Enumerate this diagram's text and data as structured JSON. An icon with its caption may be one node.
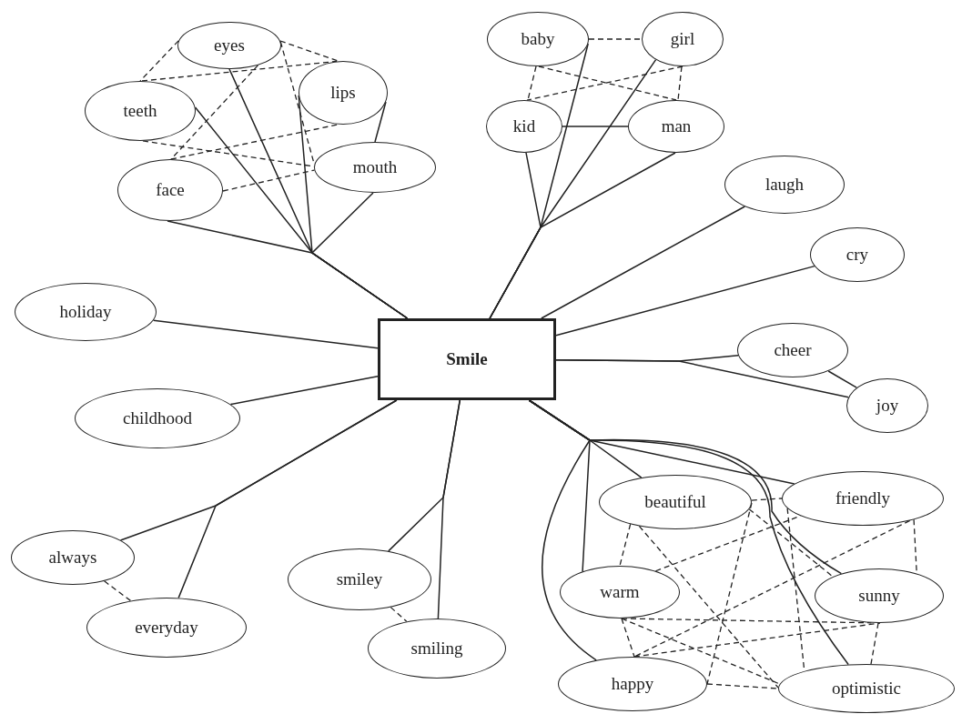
{
  "diagram": {
    "nodes": [
      {
        "text": [
          "Smile"
        ]
      },
      {
        "text": [
          "eyes"
        ]
      },
      {
        "text": [
          "teeth"
        ]
      },
      {
        "text": [
          "lips"
        ]
      },
      {
        "text": [
          "face"
        ]
      },
      {
        "text": [
          "mouth"
        ]
      },
      {
        "text": [
          "baby"
        ]
      },
      {
        "text": [
          "girl"
        ]
      },
      {
        "text": [
          "kid"
        ]
      },
      {
        "text": [
          "man"
        ]
      },
      {
        "text": [
          "laugh"
        ]
      },
      {
        "text": [
          "cry"
        ]
      },
      {
        "text": [
          "holiday"
        ]
      },
      {
        "text": [
          "childhood"
        ]
      },
      {
        "text": [
          "cheer"
        ]
      },
      {
        "text": [
          "joy"
        ]
      },
      {
        "text": [
          "beautiful"
        ]
      },
      {
        "text": [
          "friendly"
        ]
      },
      {
        "text": [
          "warm"
        ]
      },
      {
        "text": [
          "sunny"
        ]
      },
      {
        "text": [
          "always"
        ]
      },
      {
        "text": [
          "everyday"
        ]
      },
      {
        "text": [
          "smiley"
        ]
      },
      {
        "text": [
          "smiling"
        ]
      },
      {
        "text": [
          "happy"
        ]
      },
      {
        "text": [
          "optimistic"
        ]
      }
    ],
    "edges": [
      {
        "from": 0,
        "to": 4,
        "arrow": "none"
      },
      {
        "from": 0,
        "to": 2,
        "arrow": "none"
      },
      {
        "from": 0,
        "to": 1,
        "arrow": "none"
      },
      {
        "from": 0,
        "to": 3,
        "arrow": "none"
      },
      {
        "from": 0,
        "to": 5,
        "arrow": "none"
      },
      {
        "from": 0,
        "to": 8,
        "arrow": "none"
      },
      {
        "from": 0,
        "to": 6,
        "arrow": "none"
      },
      {
        "from": 0,
        "to": 7,
        "arrow": "none"
      },
      {
        "from": 0,
        "to": 9,
        "arrow": "none"
      },
      {
        "from": 0,
        "to": 10,
        "arrow": "none"
      },
      {
        "from": 0,
        "to": 11,
        "arrow": "none"
      },
      {
        "from": 0,
        "to": 14,
        "arrow": "none"
      },
      {
        "from": 0,
        "to": 15,
        "arrow": "none"
      },
      {
        "from": 0,
        "to": 12,
        "arrow": "none"
      },
      {
        "from": 0,
        "to": 13,
        "arrow": "none"
      },
      {
        "from": 0,
        "to": 16,
        "arrow": "none"
      },
      {
        "from": 0,
        "to": 17,
        "arrow": "none"
      },
      {
        "from": 0,
        "to": 18,
        "arrow": "none"
      },
      {
        "from": 0,
        "to": 24,
        "arrow": "none"
      },
      {
        "from": 0,
        "to": 19,
        "arrow": "none"
      },
      {
        "from": 0,
        "to": 25,
        "arrow": "none"
      },
      {
        "from": 0,
        "to": 20,
        "arrow": "none"
      },
      {
        "from": 0,
        "to": 21,
        "arrow": "none"
      },
      {
        "from": 0,
        "to": 22,
        "arrow": "none"
      },
      {
        "from": 0,
        "to": 23,
        "arrow": "none"
      },
      {
        "from": 3,
        "to": 5,
        "arrow": "none"
      },
      {
        "from": 8,
        "to": 9,
        "arrow": "none"
      },
      {
        "from": 14,
        "to": 15,
        "arrow": "none"
      },
      {
        "from": 1,
        "to": 2,
        "arrow": "none",
        "style": "dashed"
      },
      {
        "from": 1,
        "to": 3,
        "arrow": "none",
        "style": "dashed"
      },
      {
        "from": 1,
        "to": 5,
        "arrow": "none",
        "style": "dashed"
      },
      {
        "from": 1,
        "to": 4,
        "arrow": "none",
        "style": "dashed"
      },
      {
        "from": 2,
        "to": 3,
        "arrow": "none",
        "style": "dashed"
      },
      {
        "from": 2,
        "to": 5,
        "arrow": "none",
        "style": "dashed"
      },
      {
        "from": 4,
        "to": 3,
        "arrow": "none",
        "style": "dashed"
      },
      {
        "from": 4,
        "to": 5,
        "arrow": "none",
        "style": "dashed"
      },
      {
        "from": 6,
        "to": 7,
        "arrow": "none",
        "style": "dashed"
      },
      {
        "from": 6,
        "to": 8,
        "arrow": "none",
        "style": "dashed"
      },
      {
        "from": 6,
        "to": 9,
        "arrow": "none",
        "style": "dashed"
      },
      {
        "from": 7,
        "to": 8,
        "arrow": "none",
        "style": "dashed"
      },
      {
        "from": 7,
        "to": 9,
        "arrow": "none",
        "style": "dashed"
      },
      {
        "from": 20,
        "to": 21,
        "arrow": "none",
        "style": "dashed"
      },
      {
        "from": 22,
        "to": 23,
        "arrow": "none",
        "style": "dashed"
      },
      {
        "from": 16,
        "to": 17,
        "arrow": "none",
        "style": "dashed"
      },
      {
        "from": 16,
        "to": 18,
        "arrow": "none",
        "style": "dashed"
      },
      {
        "from": 16,
        "to": 25,
        "arrow": "none",
        "style": "dashed"
      },
      {
        "from": 16,
        "to": 24,
        "arrow": "none",
        "style": "dashed"
      },
      {
        "from": 16,
        "to": 19,
        "arrow": "none",
        "style": "dashed"
      },
      {
        "from": 18,
        "to": 17,
        "arrow": "none",
        "style": "dashed"
      },
      {
        "from": 17,
        "to": 19,
        "arrow": "none",
        "style": "dashed"
      },
      {
        "from": 17,
        "to": 24,
        "arrow": "none",
        "style": "dashed"
      },
      {
        "from": 17,
        "to": 25,
        "arrow": "none",
        "style": "dashed"
      },
      {
        "from": 18,
        "to": 19,
        "arrow": "none",
        "style": "dashed"
      },
      {
        "from": 18,
        "to": 25,
        "arrow": "none",
        "style": "dashed"
      },
      {
        "from": 18,
        "to": 24,
        "arrow": "none",
        "style": "dashed"
      },
      {
        "from": 24,
        "to": 19,
        "arrow": "none",
        "style": "dashed"
      },
      {
        "from": 24,
        "to": 25,
        "arrow": "none",
        "style": "dashed"
      },
      {
        "from": 19,
        "to": 25,
        "arrow": "none",
        "style": "dashed"
      }
    ]
  }
}
